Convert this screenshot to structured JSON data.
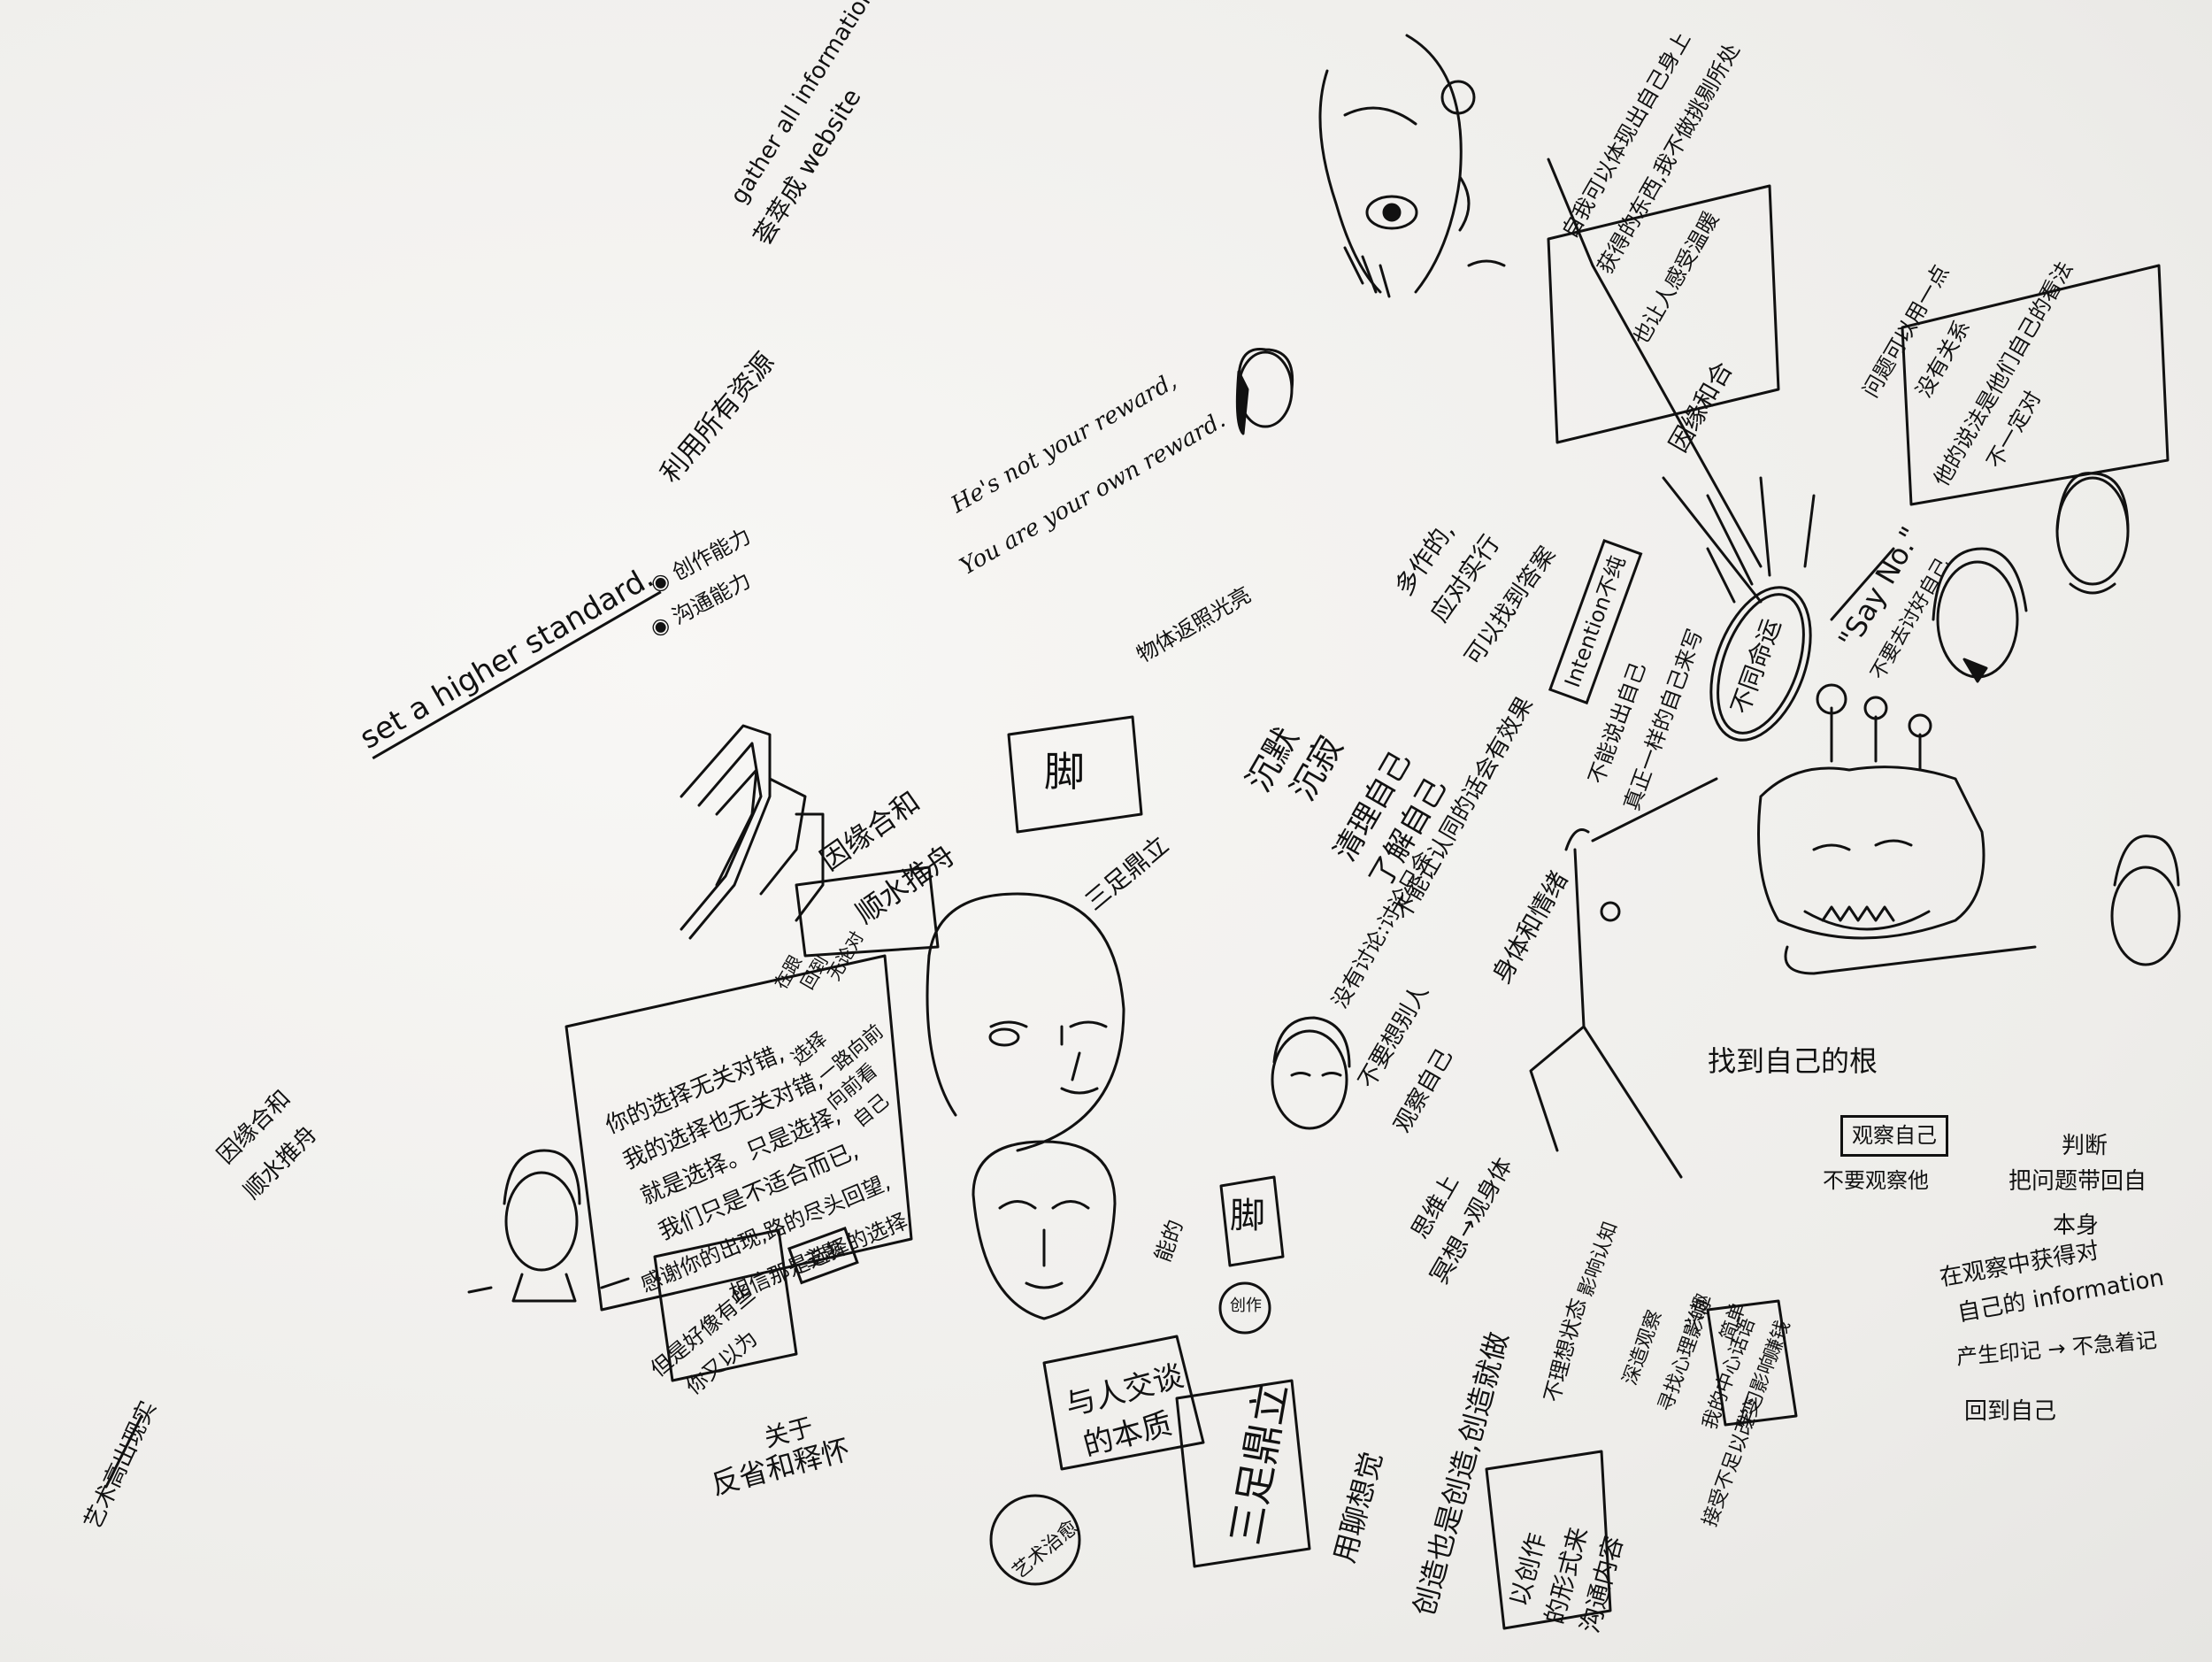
{
  "notes": {
    "gather": "gather all information",
    "gather_zh": "荟萃成 website",
    "resources": "利用所有资源",
    "higher": "set a higher standard.",
    "abilities": [
      "◉ 创作能力",
      "◉ 沟通能力"
    ],
    "reward1": "He's not your reward,",
    "reward2": "You are your own reward.",
    "reflect": "物体返照光亮",
    "foot_box": "脚",
    "yinyuan": "因缘合和",
    "shunshui": "顺水推舟",
    "yinyuan2": "因缘合和",
    "shunshui2": "顺水推舟",
    "sanjian": "三足鼎立",
    "choice": [
      "你的选择无关对错,",
      "我的选择也无关对错,",
      "就是选择。只是选择,",
      "我们只是不适合而已,",
      "感谢你的出现,路的尽头回望,",
      "相信那是选择的选择"
    ],
    "small_box": [
      "在跟",
      "回到",
      "无论对"
    ],
    "inner_box": [
      "选择",
      "一路向前",
      "向前看",
      "自己"
    ],
    "topic": "主题",
    "but_box": [
      "但是好像有些",
      "你又以为"
    ],
    "about": [
      "关于",
      "反省和释怀"
    ],
    "art_left": "艺术高出现实",
    "talk_box": [
      "与人交谈",
      "的本质"
    ],
    "art_circle": "艺术治愈",
    "sanzu": "三足鼎立",
    "jiao_box": "脚",
    "circle_small": "创作",
    "ability_small": "能的",
    "yongliao": "用聊想觉",
    "chuangzao": "创造也是创造,创造就做",
    "lixiang": "不理想状态",
    "rect_box": [
      "以创作",
      "的形式来",
      "沟通内容"
    ],
    "chenmo": [
      "沉默",
      "沉寂"
    ],
    "qingli": "清理自己",
    "liaojie": "了解自己",
    "buneng": "不能让认同的话会有效果",
    "meiyou": "没有讨论:讨论只会",
    "shenti": "身体和情绪",
    "buyao": "不要想别人",
    "guancha": "观察自己",
    "siwei": "思维上",
    "guan": "→观身体",
    "menxiang": "冥想",
    "zhaodao": "找到自己的根",
    "yingxiang": "影响认知",
    "shentao": "深造观察",
    "xingqu": "兴趣",
    "renxing": "寻找心理影响",
    "yinsi": "我的中心话语",
    "jiandan": "简单",
    "xuexi": "学习影响",
    "zhuanqian": "赚钱",
    "jiechu": "接受不足以改变",
    "intention": "Intention不纯",
    "buneng2": "不能说出自己",
    "zhen": "真正一样的自己来写",
    "butong": "不同命运",
    "duozuo": [
      "多作的,",
      "应对实行",
      "可以找到答案"
    ],
    "yinyuan3": "因缘和合",
    "sayno": "\"Say No.\"",
    "buyao2": "不要去讨好自己",
    "zhangli": [
      "自我可以体现出自己身上",
      "获得的东西,我不做挑剔所处",
      "也让人感受温暖"
    ],
    "yishi_box": [
      "问题可以用一点",
      "没有关系",
      "他的说法是他们自己的看法",
      "不一定对"
    ],
    "panduan": [
      "判断",
      "把问题带回自",
      "本身"
    ],
    "guancha2": "观察自己",
    "buyao3": "不要观察他",
    "zai": [
      "在观察中获得对",
      "自己的 information"
    ],
    "chansheng": "产生印记 → 不急着记",
    "huidao": "回到自己"
  },
  "colors": {
    "ink": "#111111",
    "paper": "#f1f0ee"
  }
}
